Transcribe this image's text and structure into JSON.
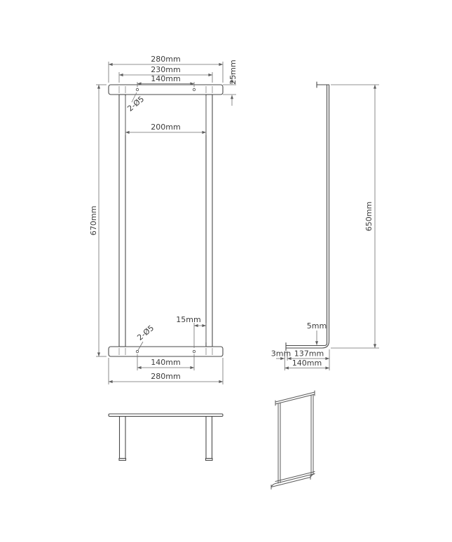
{
  "sheet": {
    "background": "#ffffff"
  },
  "colors": {
    "line": "#4a4a4a",
    "dimension": "#6e6e6e",
    "text": "#3a3a3a"
  },
  "front_view": {
    "width_overall_top": "280mm",
    "width_legs_outer": "230mm",
    "hole_spacing_top": "140mm",
    "bar_height": "25mm",
    "hole_callout_top": "2-Ø5",
    "inner_width": "200mm",
    "overall_height": "670mm",
    "hole_edge_offset": "15mm",
    "hole_callout_bottom": "2-Ø5",
    "hole_spacing_bottom": "140mm",
    "width_overall_bottom": "280mm"
  },
  "side_view": {
    "overall_height": "650mm",
    "bar_thickness": "5mm",
    "end_thickness": "3mm",
    "depth_inner": "137mm",
    "depth_overall": "140mm"
  }
}
